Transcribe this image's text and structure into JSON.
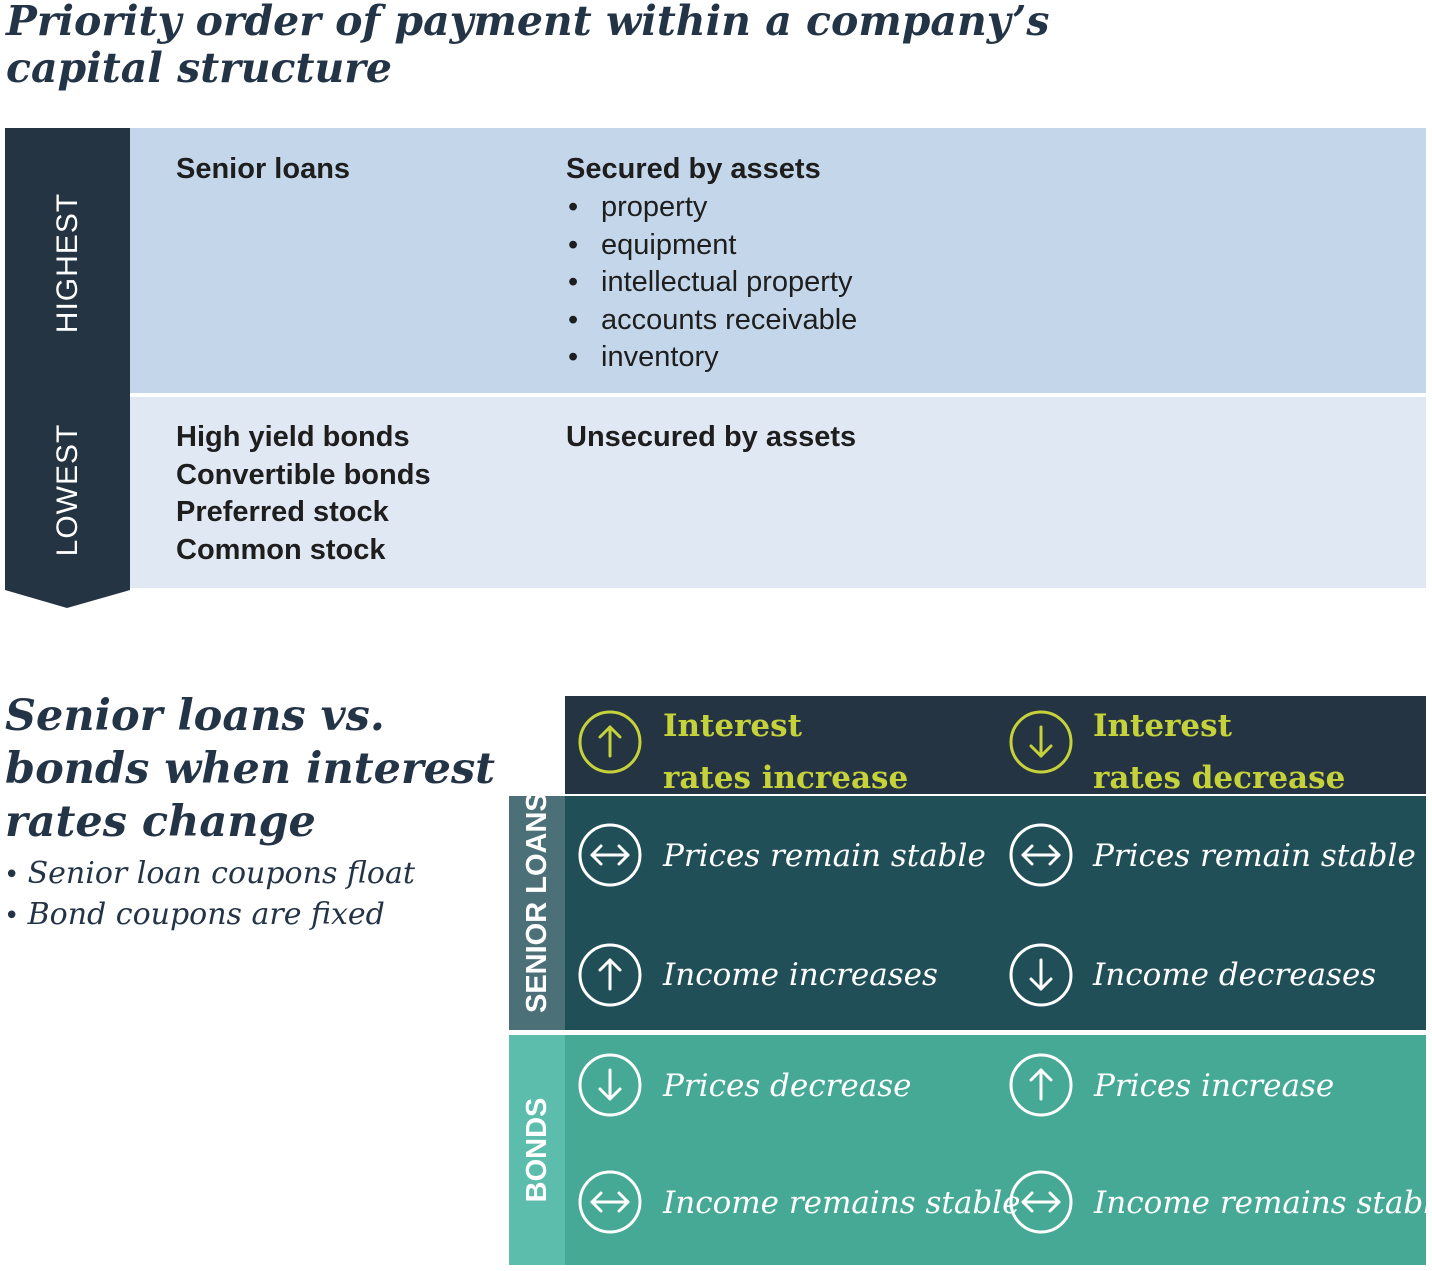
{
  "colors": {
    "navy": "#253443",
    "senior_loans_dark": "#204f58",
    "bonds_teal": "#45a996",
    "accent_lime": "#c6d23a",
    "highest_panel": "#c4d7ea",
    "lowest_panel": "#dfe8f3"
  },
  "priority": {
    "title_line1": "Priority order of payment within a company’s",
    "title_line2": "capital structure",
    "scale_top": "HIGHEST",
    "scale_bottom": "LOWEST",
    "highest": {
      "instruments": [
        "Senior loans"
      ],
      "security": "Secured by assets",
      "assets": [
        "property",
        "equipment",
        "intellectual property",
        "accounts receivable",
        "inventory"
      ]
    },
    "lowest": {
      "instruments": [
        "High yield bonds",
        "Convertible bonds",
        "Preferred stock",
        "Common stock"
      ],
      "security": "Unsecured by assets"
    }
  },
  "comparison": {
    "title_line1": "Senior loans vs.",
    "title_line2": "bonds when interest",
    "title_line3": "rates change",
    "notes": [
      "Senior loan coupons float",
      "Bond coupons are fixed"
    ],
    "columns": [
      {
        "line1": "Interest",
        "line2": "rates increase",
        "icon": "arrow-up-circle-icon"
      },
      {
        "line1": "Interest",
        "line2": "rates decrease",
        "icon": "arrow-down-circle-icon"
      }
    ],
    "rows": {
      "senior_loans": {
        "label": "SENIOR LOANS",
        "increase": [
          {
            "text": "Prices remain stable",
            "icon": "arrow-left-right-circle-icon"
          },
          {
            "text": "Income increases",
            "icon": "arrow-up-circle-icon"
          }
        ],
        "decrease": [
          {
            "text": "Prices remain stable",
            "icon": "arrow-left-right-circle-icon"
          },
          {
            "text": "Income decreases",
            "icon": "arrow-down-circle-icon"
          }
        ]
      },
      "bonds": {
        "label": "BONDS",
        "increase": [
          {
            "text": "Prices decrease",
            "icon": "arrow-down-circle-icon"
          },
          {
            "text": "Income remains stable",
            "icon": "arrow-left-right-circle-icon"
          }
        ],
        "decrease": [
          {
            "text": "Prices increase",
            "icon": "arrow-up-circle-icon"
          },
          {
            "text": "Income remains stable",
            "icon": "arrow-left-right-circle-icon"
          }
        ]
      }
    }
  }
}
